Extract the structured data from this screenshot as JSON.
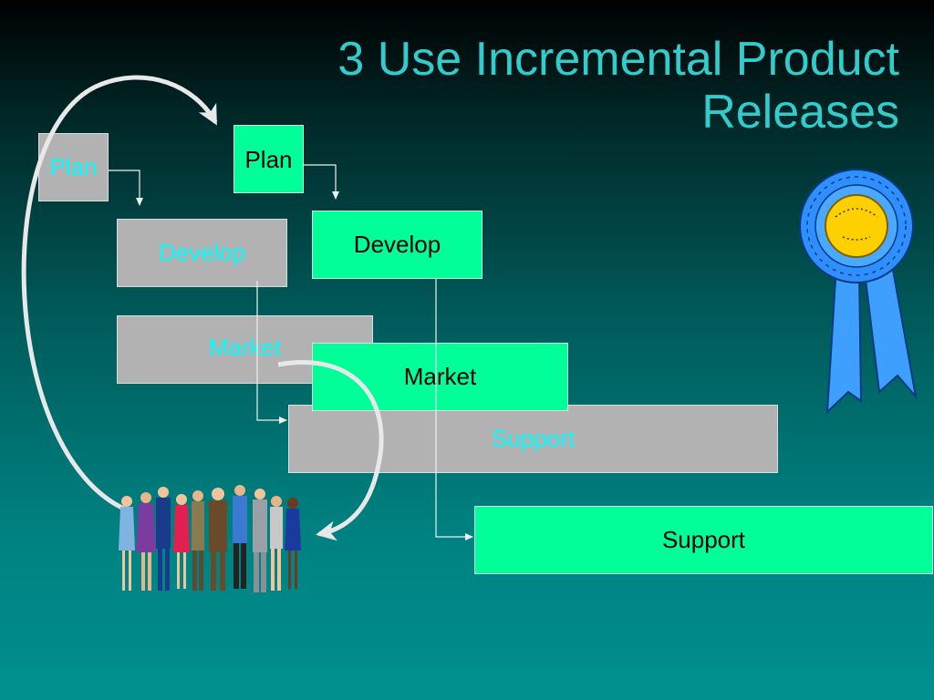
{
  "slide": {
    "title_line1": "3  Use Incremental Product",
    "title_line2": "Releases"
  },
  "release1": {
    "plan": "Plan",
    "develop": "Develop",
    "market": "Market",
    "support": "Support"
  },
  "release2": {
    "plan": "Plan",
    "develop": "Develop",
    "market": "Market",
    "support": "Support"
  },
  "colors": {
    "title": "#33cccc",
    "old_release_fill": "#b2b2b2",
    "old_release_text": "#00ffff",
    "new_release_fill": "#00ff99",
    "new_release_text": "#000000"
  },
  "icons": [
    "customers-group-icon",
    "prize-ribbon-icon"
  ]
}
